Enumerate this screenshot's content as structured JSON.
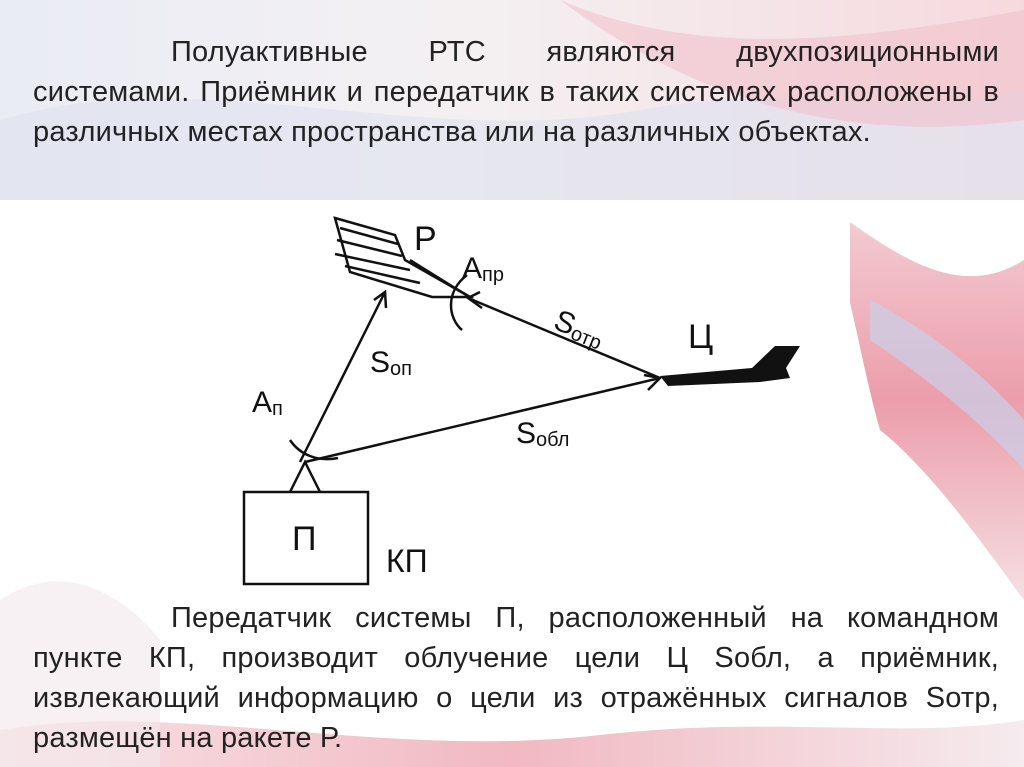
{
  "paragraphs": {
    "top": "Полуактивные РТС являются двухпозиционными системами. Приёмник и передатчик в таких системах расположены в различных местах пространства или на различных объектах.",
    "bottom": "Передатчик системы П, расположенный на командном пункте КП, производит облучение цели Ц Sобл, а приёмник, извлекающий информацию о цели из отражённых сигналов Sотр, размещён на ракете Р."
  },
  "diagram": {
    "missile_label": "Р",
    "missile_antenna_label": "А",
    "missile_antenna_sub": "пр",
    "target_label": "Ц",
    "station_box_label": "П",
    "station_name": "КП",
    "station_antenna_label": "А",
    "station_antenna_sub": "п",
    "signal_reflected": "S",
    "signal_reflected_sub": "отр",
    "signal_irradiation": "S",
    "signal_irradiation_sub": "обл",
    "signal_command": "S",
    "signal_command_sub": "оп"
  },
  "colors": {
    "text": "#222222",
    "lines": "#111111",
    "decor_red": "#d9485a",
    "decor_blue": "#9aa8d6"
  }
}
